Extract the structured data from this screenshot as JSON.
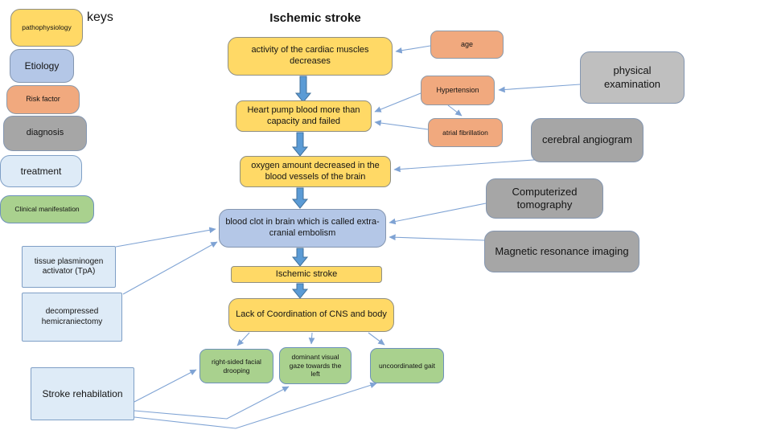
{
  "title": "Ischemic stroke",
  "legend": {
    "heading": "keys",
    "items": [
      {
        "id": "pathophysiology",
        "label": "pathophysiology",
        "color": "#FFD966"
      },
      {
        "id": "etiology",
        "label": "Etiology",
        "color": "#B4C7E7"
      },
      {
        "id": "risk-factor",
        "label": "Risk factor",
        "color": "#F1A97E"
      },
      {
        "id": "diagnosis",
        "label": "diagnosis",
        "color": "#A6A6A6"
      },
      {
        "id": "treatment",
        "label": "treatment",
        "color": "#DEEBF7"
      },
      {
        "id": "clinical-manifestation",
        "label": "Clinical manifestation",
        "color": "#A9D18E"
      }
    ]
  },
  "nodes": {
    "activity": {
      "label": "activity of the cardiac muscles decreases",
      "category": "pathophysiology"
    },
    "age": {
      "label": "age",
      "category": "risk-factor"
    },
    "physical_examination": {
      "label": "physical examination",
      "category": "diagnosis"
    },
    "hypertension": {
      "label": "Hypertension",
      "category": "risk-factor"
    },
    "atrial_fibrillation": {
      "label": "atrial fibrillation",
      "category": "risk-factor"
    },
    "heart_pump": {
      "label": "Heart pump blood more than capacity and failed",
      "category": "pathophysiology"
    },
    "oxygen": {
      "label": "oxygen amount decreased in the blood vessels of the brain",
      "category": "pathophysiology"
    },
    "cerebral_angiogram": {
      "label": "cerebral angiogram",
      "category": "diagnosis"
    },
    "blood_clot": {
      "label": "blood clot in brain which is called extra-cranial embolism",
      "category": "etiology"
    },
    "computerized_tomography": {
      "label": "Computerized tomography",
      "category": "diagnosis"
    },
    "magnetic_resonance": {
      "label": "Magnetic resonance imaging",
      "category": "diagnosis"
    },
    "ischemic_stroke": {
      "label": "Ischemic stroke",
      "category": "pathophysiology"
    },
    "lack_of_coordination": {
      "label": "Lack of Coordination of CNS and body",
      "category": "pathophysiology"
    },
    "facial_drooping": {
      "label": "right-sided facial drooping",
      "category": "clinical-manifestation"
    },
    "visual_gaze": {
      "label": "dominant visual gaze towards the left",
      "category": "clinical-manifestation"
    },
    "uncoordinated_gait": {
      "label": "uncoordinated gait",
      "category": "clinical-manifestation"
    },
    "tpa": {
      "label": "tissue plasminogen activator  (TpA)",
      "category": "treatment"
    },
    "hemicraniectomy": {
      "label": "decompressed hemicraniectomy",
      "category": "treatment"
    },
    "stroke_rehabilation": {
      "label": "Stroke rehabilation",
      "category": "treatment"
    }
  },
  "edges": [
    {
      "from": "age",
      "to": "activity",
      "style": "thin"
    },
    {
      "from": "physical_examination",
      "to": "hypertension",
      "style": "thin"
    },
    {
      "from": "hypertension",
      "to": "heart_pump",
      "style": "thin"
    },
    {
      "from": "hypertension",
      "to": "atrial_fibrillation",
      "style": "thin"
    },
    {
      "from": "atrial_fibrillation",
      "to": "heart_pump",
      "style": "thin"
    },
    {
      "from": "activity",
      "to": "heart_pump",
      "style": "block"
    },
    {
      "from": "heart_pump",
      "to": "oxygen",
      "style": "block"
    },
    {
      "from": "cerebral_angiogram",
      "to": "oxygen",
      "style": "thin"
    },
    {
      "from": "oxygen",
      "to": "blood_clot",
      "style": "block"
    },
    {
      "from": "computerized_tomography",
      "to": "blood_clot",
      "style": "thin"
    },
    {
      "from": "magnetic_resonance",
      "to": "blood_clot",
      "style": "thin"
    },
    {
      "from": "tpa",
      "to": "blood_clot",
      "style": "thin"
    },
    {
      "from": "hemicraniectomy",
      "to": "blood_clot",
      "style": "thin"
    },
    {
      "from": "blood_clot",
      "to": "ischemic_stroke",
      "style": "block"
    },
    {
      "from": "ischemic_stroke",
      "to": "lack_of_coordination",
      "style": "block"
    },
    {
      "from": "lack_of_coordination",
      "to": "facial_drooping",
      "style": "thin"
    },
    {
      "from": "lack_of_coordination",
      "to": "visual_gaze",
      "style": "thin"
    },
    {
      "from": "lack_of_coordination",
      "to": "uncoordinated_gait",
      "style": "thin"
    },
    {
      "from": "stroke_rehabilation",
      "to": "facial_drooping",
      "style": "thin"
    },
    {
      "from": "stroke_rehabilation",
      "to": "visual_gaze",
      "style": "thin-elbow"
    },
    {
      "from": "stroke_rehabilation",
      "to": "uncoordinated_gait",
      "style": "thin-elbow"
    }
  ],
  "colors": {
    "pathophysiology_fill": "#FFD966",
    "etiology_fill": "#B4C7E7",
    "risk_factor_fill": "#F1A97E",
    "diagnosis_fill": "#A6A6A6",
    "diagnosis_light_fill": "#BFBFBF",
    "treatment_fill": "#DEEBF7",
    "clinical_fill": "#A9D18E",
    "block_arrow_fill": "#5B9BD5",
    "block_arrow_stroke": "#41719C",
    "connector_stroke": "#7FA3D4"
  }
}
